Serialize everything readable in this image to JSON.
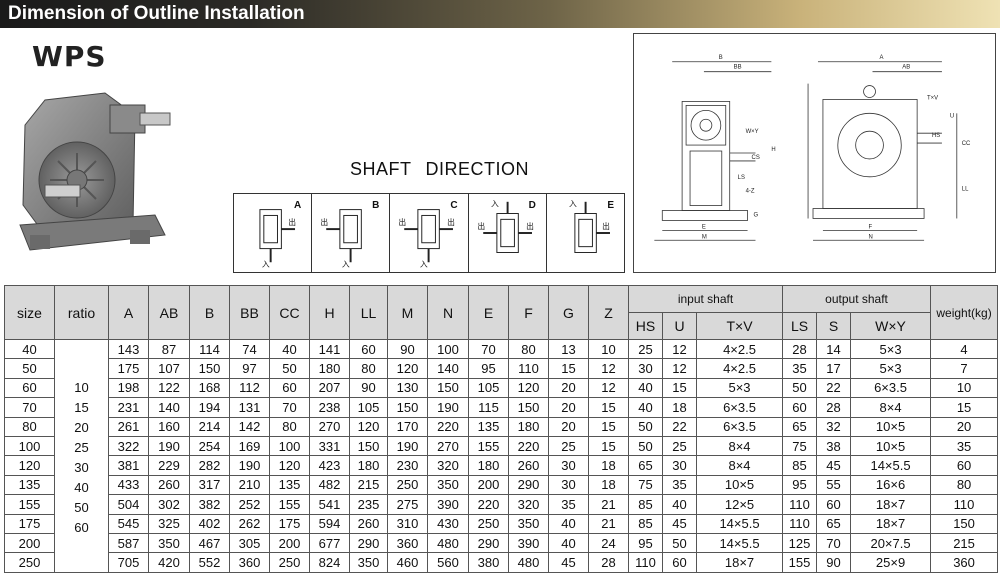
{
  "header": {
    "title": "Dimension of Outline Installation"
  },
  "model": "WPS",
  "shaft_direction": {
    "title_a": "SHAFT",
    "title_b": "DIRECTION",
    "panels": [
      {
        "letter": "A"
      },
      {
        "letter": "B"
      },
      {
        "letter": "C"
      },
      {
        "letter": "D"
      },
      {
        "letter": "E"
      }
    ],
    "label_in": "入",
    "label_out": "出"
  },
  "drawing_labels": {
    "B": "B",
    "BB": "BB",
    "A": "A",
    "AB": "AB",
    "H": "H",
    "LL": "LL",
    "CC": "CC",
    "E": "E",
    "M": "M",
    "F": "F",
    "N": "N",
    "G": "G",
    "LS": "LS",
    "CS": "CS",
    "WxY": "W×Y",
    "TxV": "T×V",
    "Z": "4-Z",
    "HS": "HS",
    "U": "U"
  },
  "table": {
    "headers": {
      "size": "size",
      "ratio": "ratio",
      "A": "A",
      "AB": "AB",
      "B": "B",
      "BB": "BB",
      "CC": "CC",
      "H": "H",
      "LL": "LL",
      "M": "M",
      "N": "N",
      "E": "E",
      "F": "F",
      "G": "G",
      "Z": "Z",
      "input_shaft": "input   shaft",
      "output_shaft": "output   shaft",
      "weight": "weight(kg)",
      "HS": "HS",
      "U": "U",
      "TxV": "T×V",
      "LS": "LS",
      "S": "S",
      "WxY": "W×Y"
    },
    "ratios": [
      "10",
      "15",
      "20",
      "25",
      "30",
      "40",
      "50",
      "60"
    ],
    "rows": [
      [
        "40",
        "143",
        "87",
        "114",
        "74",
        "40",
        "141",
        "60",
        "90",
        "100",
        "70",
        "80",
        "13",
        "10",
        "25",
        "12",
        "4×2.5",
        "28",
        "14",
        "5×3",
        "4"
      ],
      [
        "50",
        "175",
        "107",
        "150",
        "97",
        "50",
        "180",
        "80",
        "120",
        "140",
        "95",
        "110",
        "15",
        "12",
        "30",
        "12",
        "4×2.5",
        "35",
        "17",
        "5×3",
        "7"
      ],
      [
        "60",
        "198",
        "122",
        "168",
        "112",
        "60",
        "207",
        "90",
        "130",
        "150",
        "105",
        "120",
        "20",
        "12",
        "40",
        "15",
        "5×3",
        "50",
        "22",
        "6×3.5",
        "10"
      ],
      [
        "70",
        "231",
        "140",
        "194",
        "131",
        "70",
        "238",
        "105",
        "150",
        "190",
        "115",
        "150",
        "20",
        "15",
        "40",
        "18",
        "6×3.5",
        "60",
        "28",
        "8×4",
        "15"
      ],
      [
        "80",
        "261",
        "160",
        "214",
        "142",
        "80",
        "270",
        "120",
        "170",
        "220",
        "135",
        "180",
        "20",
        "15",
        "50",
        "22",
        "6×3.5",
        "65",
        "32",
        "10×5",
        "20"
      ],
      [
        "100",
        "322",
        "190",
        "254",
        "169",
        "100",
        "331",
        "150",
        "190",
        "270",
        "155",
        "220",
        "25",
        "15",
        "50",
        "25",
        "8×4",
        "75",
        "38",
        "10×5",
        "35"
      ],
      [
        "120",
        "381",
        "229",
        "282",
        "190",
        "120",
        "423",
        "180",
        "230",
        "320",
        "180",
        "260",
        "30",
        "18",
        "65",
        "30",
        "8×4",
        "85",
        "45",
        "14×5.5",
        "60"
      ],
      [
        "135",
        "433",
        "260",
        "317",
        "210",
        "135",
        "482",
        "215",
        "250",
        "350",
        "200",
        "290",
        "30",
        "18",
        "75",
        "35",
        "10×5",
        "95",
        "55",
        "16×6",
        "80"
      ],
      [
        "155",
        "504",
        "302",
        "382",
        "252",
        "155",
        "541",
        "235",
        "275",
        "390",
        "220",
        "320",
        "35",
        "21",
        "85",
        "40",
        "12×5",
        "110",
        "60",
        "18×7",
        "110"
      ],
      [
        "175",
        "545",
        "325",
        "402",
        "262",
        "175",
        "594",
        "260",
        "310",
        "430",
        "250",
        "350",
        "40",
        "21",
        "85",
        "45",
        "14×5.5",
        "110",
        "65",
        "18×7",
        "150"
      ],
      [
        "200",
        "587",
        "350",
        "467",
        "305",
        "200",
        "677",
        "290",
        "360",
        "480",
        "290",
        "390",
        "40",
        "24",
        "95",
        "50",
        "14×5.5",
        "125",
        "70",
        "20×7.5",
        "215"
      ],
      [
        "250",
        "705",
        "420",
        "552",
        "360",
        "250",
        "824",
        "350",
        "460",
        "560",
        "380",
        "480",
        "45",
        "28",
        "110",
        "60",
        "18×7",
        "155",
        "90",
        "25×9",
        "360"
      ]
    ]
  },
  "colors": {
    "header_dark": "#1a1a1a",
    "header_gold": "#efe2b4",
    "table_header_bg": "#d9d9d9"
  }
}
